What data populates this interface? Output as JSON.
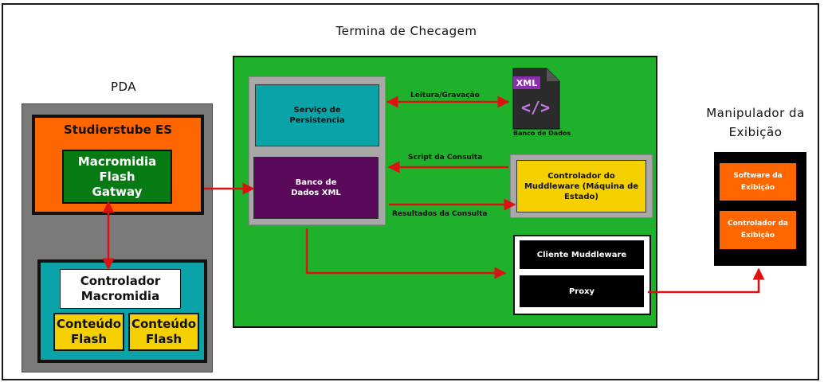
{
  "frame": {
    "title": "Termina de Checagem"
  },
  "pda": {
    "title": "PDA",
    "studierstube": "Studierstube ES",
    "flash_gateway": "Macromidia Flash Gatway",
    "controller": "Controlador Macromidia",
    "content1": "Conteúdo Flash",
    "content2": "Conteúdo Flash"
  },
  "terminal": {
    "persistence": "Serviço de Persistencia",
    "xml_db": "Banco de Dados XML",
    "xml_file_badge": "XML",
    "xml_file_glyph": "</>",
    "xml_file_label": "Banco de Dados",
    "muddleware_controller": "Controlador do Muddleware (Máquina de Estado)",
    "muddleware_client": "Cliente Muddleware",
    "proxy": "Proxy",
    "label_rw": "Leitura/Gravação",
    "label_query": "Script da Consulta",
    "label_results": "Resultados da Consulta"
  },
  "display": {
    "title": "Manipulador da Exibição",
    "software": "Software da Exibição",
    "controller": "Controlador da Exibição"
  },
  "colors": {
    "green": "#1fb12c",
    "orange": "#ff6600",
    "dark_green": "#087a14",
    "teal": "#0aa3a8",
    "purple": "#5b0a5b",
    "yellow": "#f5d000",
    "gray": "#7a7a7a",
    "arrow_red": "#dd1111"
  }
}
